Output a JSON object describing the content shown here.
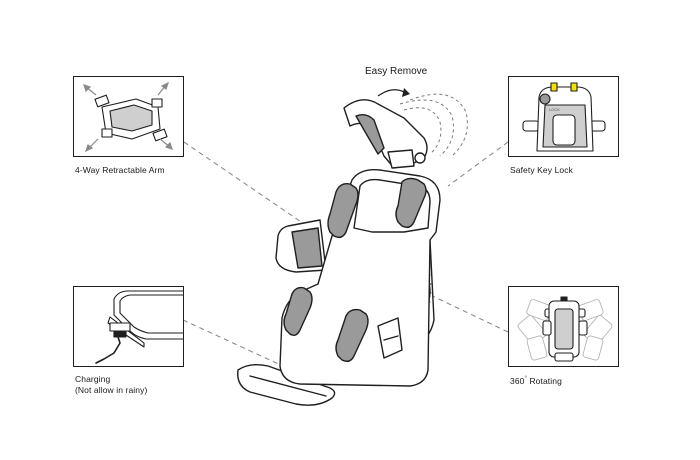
{
  "callouts": {
    "easy_remove": "Easy Remove",
    "retractable_arm": "4-Way Retractable Arm",
    "safety_key_lock": "Safety Key Lock",
    "charging": "Charging",
    "charging_note": "(Not allow in rainy)",
    "rotating_degree": "360",
    "rotating_degree_mark": "°",
    "rotating_text": " Rotating",
    "lock_small_text": "LOCK"
  },
  "colors": {
    "line": "#1f1f1f",
    "dash": "#8a8a8a",
    "gray_pad": "#9a9a9a",
    "light_gray": "#cfcfcf",
    "lock_yellow": "#f2e200"
  }
}
